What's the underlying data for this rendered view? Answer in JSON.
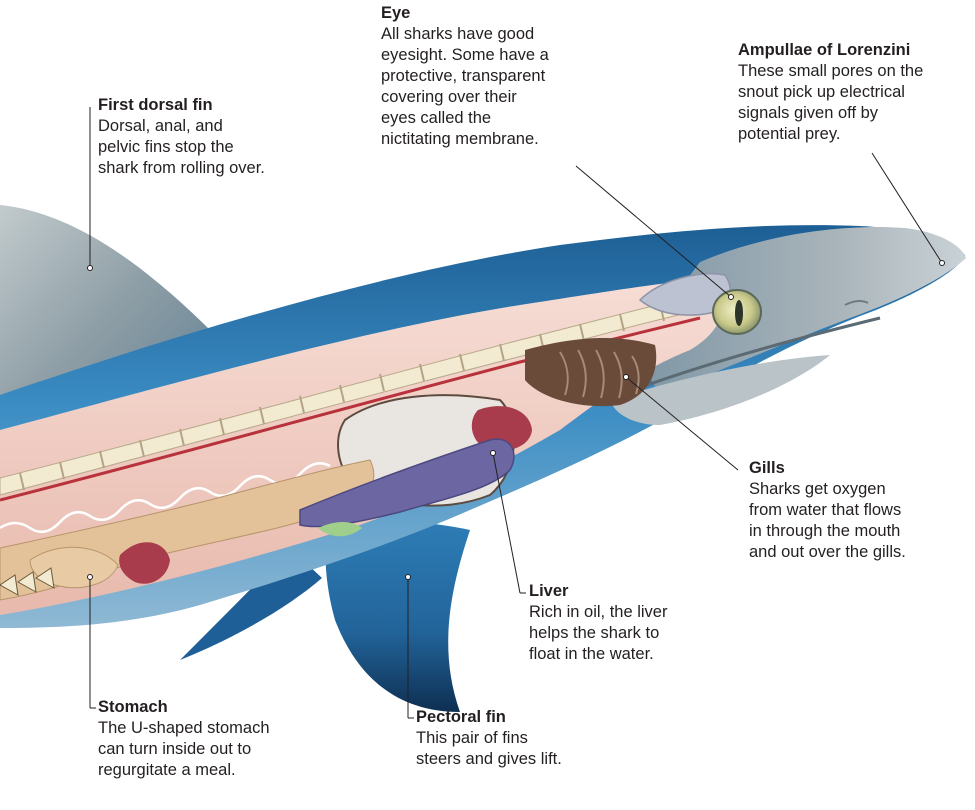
{
  "labels": {
    "eye": {
      "title": "Eye",
      "desc": "All sharks have good\neyesight. Some have a\nprotective, transparent\ncovering over their\neyes called the\nnictitating membrane."
    },
    "ampullae": {
      "title": "Ampullae of Lorenzini",
      "desc": "These small pores on the\nsnout pick up electrical\nsignals given off by\npotential prey."
    },
    "dorsal": {
      "title": "First dorsal fin",
      "desc": "Dorsal, anal, and\npelvic fins stop the\nshark from rolling over."
    },
    "gills": {
      "title": "Gills",
      "desc": "Sharks get oxygen\nfrom water that flows\nin through the mouth\nand out over the gills."
    },
    "liver": {
      "title": "Liver",
      "desc": "Rich in oil, the liver\nhelps the shark to\nfloat in the water."
    },
    "stomach": {
      "title": "Stomach",
      "desc": "The U-shaped stomach\ncan turn inside out to\nregurgitate a meal."
    },
    "pectoral": {
      "title": "Pectoral fin",
      "desc": "This pair of fins\nsteers and gives lift."
    }
  },
  "colors": {
    "body_blue": "#2e7fb8",
    "dark_blue": "#133f6b",
    "snout_grey": "#9aa6ad",
    "cavity_pink": "#f2cfc4",
    "vertebra": "#f3ead2",
    "artery": "#b8323b",
    "liver_purple": "#6c67a2",
    "stomach_tan": "#e3c29a",
    "heart_red": "#a83c4c",
    "gill_brown": "#6a4a39",
    "fin_grey": "#8f9ea6",
    "eye_yellow": "#c9c98a",
    "leader": "#231f20"
  }
}
